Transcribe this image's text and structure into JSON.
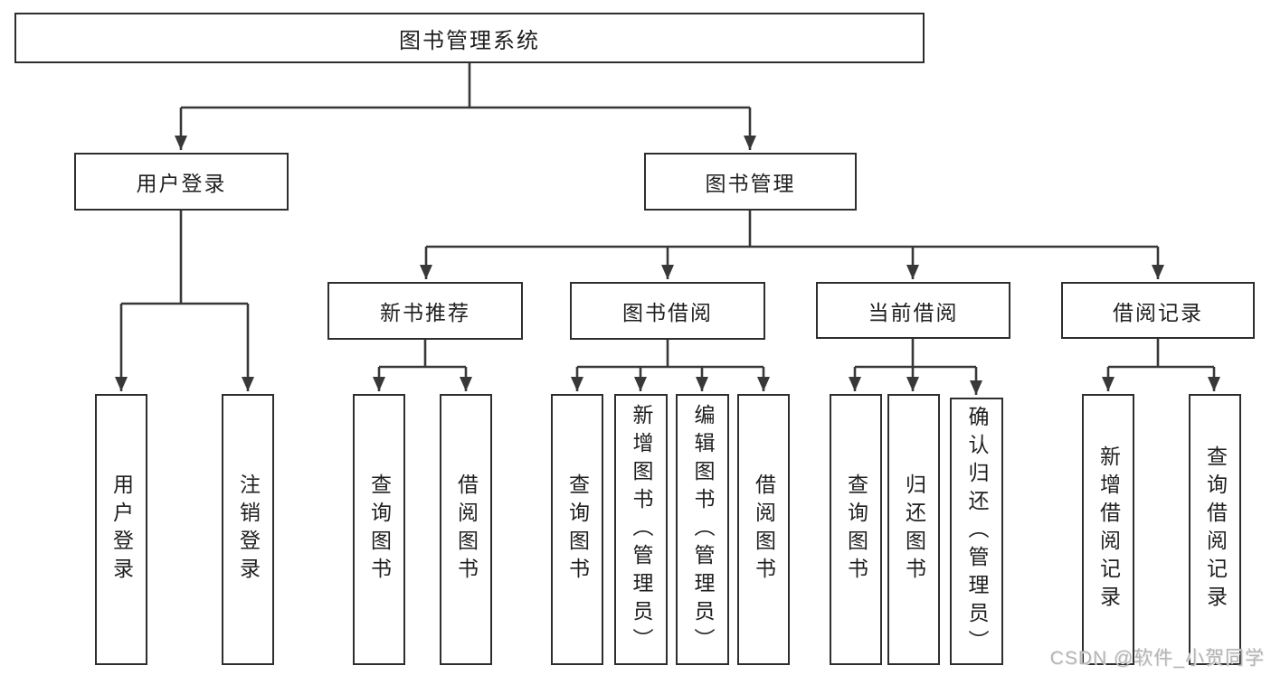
{
  "diagram": {
    "root": {
      "label": "图书管理系统"
    },
    "branches": [
      {
        "label": "用户登录",
        "children": [
          {
            "label": "用户登录"
          },
          {
            "label": "注销登录"
          }
        ]
      },
      {
        "label": "图书管理",
        "children": [
          {
            "label": "新书推荐",
            "children": [
              {
                "label": "查询图书"
              },
              {
                "label": "借阅图书"
              }
            ]
          },
          {
            "label": "图书借阅",
            "children": [
              {
                "label": "查询图书"
              },
              {
                "label": "新增图书（管理员）"
              },
              {
                "label": "编辑图书（管理员）"
              },
              {
                "label": "借阅图书"
              }
            ]
          },
          {
            "label": "当前借阅",
            "children": [
              {
                "label": "查询图书"
              },
              {
                "label": "归还图书"
              },
              {
                "label": "确认归还（管理员）"
              }
            ]
          },
          {
            "label": "借阅记录",
            "children": [
              {
                "label": "新增借阅记录"
              },
              {
                "label": "查询借阅记录"
              }
            ]
          }
        ]
      }
    ]
  },
  "watermark": {
    "text": "CSDN @软件_小贺同学"
  },
  "colors": {
    "line": "#383838",
    "box_border": "#2e2e2e",
    "text": "#1f1f1f",
    "watermark": "#b5b5b5",
    "background": "#ffffff"
  }
}
